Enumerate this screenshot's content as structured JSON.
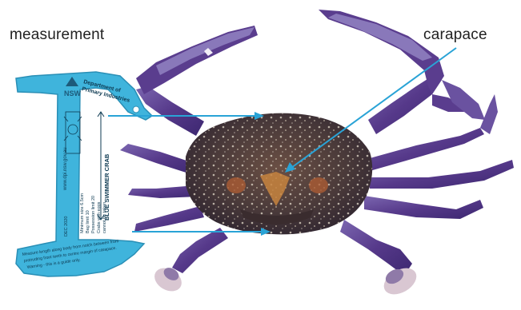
{
  "labels": {
    "measurement": "measurement",
    "carapace": "carapace"
  },
  "gauge": {
    "agency_abbrev": "NSW",
    "agency_line1": "Department of",
    "agency_line2": "Primary Industries",
    "website": "www.dpi.nsw.gov.au",
    "species": "BLUE SWIMMER CRAB",
    "rules": [
      "Minimum size 6.5cm",
      "Bag limit 10",
      "Possession limit 20",
      "Crabs with eggs",
      "cannot be taken"
    ],
    "code": "DEC 2020",
    "instructions_line1": "Measure length along body from notch between front",
    "instructions_line2": "protruding front teeth to centre margin of carapace.",
    "instructions_line3": "Warning - this is a guide only."
  },
  "colors": {
    "gauge": "#3fb4dc",
    "gauge_edge": "#2a8fb6",
    "leader": "#29a3d6",
    "crab_leg": "#5e3f8c",
    "crab_leg_light": "#9a8cc8",
    "crab_body": "#4a3a3a",
    "claw_tip": "#d9c7d2"
  }
}
